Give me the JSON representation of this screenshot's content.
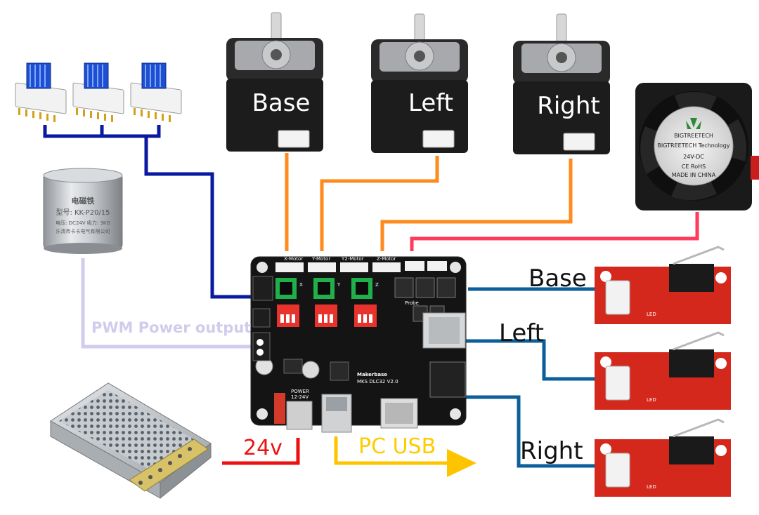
{
  "motors": [
    {
      "label": "Base"
    },
    {
      "label": "Left"
    },
    {
      "label": "Right"
    }
  ],
  "endstops": [
    {
      "label": "Base"
    },
    {
      "label": "Left"
    },
    {
      "label": "Right"
    }
  ],
  "wires": {
    "pwm_label": "PWM Power output",
    "power_label": "24v",
    "usb_label": "PC USB"
  },
  "board": {
    "brand": "Makerbase",
    "model": "MKS DLC32 V2.0",
    "power_label": "POWER",
    "power_range": "12-24V",
    "probe_label": "Probe",
    "x_motor": "X-Motor",
    "y_motor": "Y-Motor",
    "y2_motor": "Y2-Motor",
    "z_motor": "Z-Motor",
    "axis_x": "X",
    "axis_y": "Y",
    "axis_z": "Z"
  },
  "fan": {
    "brand": "BIGTREETECH",
    "brand_line": "BIGTREETECH Technology",
    "voltage": "24V-DC",
    "marks": "CE RoHS",
    "origin": "MADE IN CHINA"
  },
  "magnet": {
    "title": "电磁铁",
    "model": "型号: KK-P20/15",
    "spec": "电压: DC24V  吸力: 3KG",
    "maker": "乐清市卡卡电气有限公司"
  },
  "colors": {
    "driver_wire": "#0a1aa0",
    "motor_wire": "#ff8a1e",
    "fan_wire": "#ff3b5c",
    "endstop_wire": "#0b5f9a",
    "pwm_wire": "#d3cbec",
    "power_wire": "#ee1111",
    "usb_wire": "#ffc400"
  }
}
